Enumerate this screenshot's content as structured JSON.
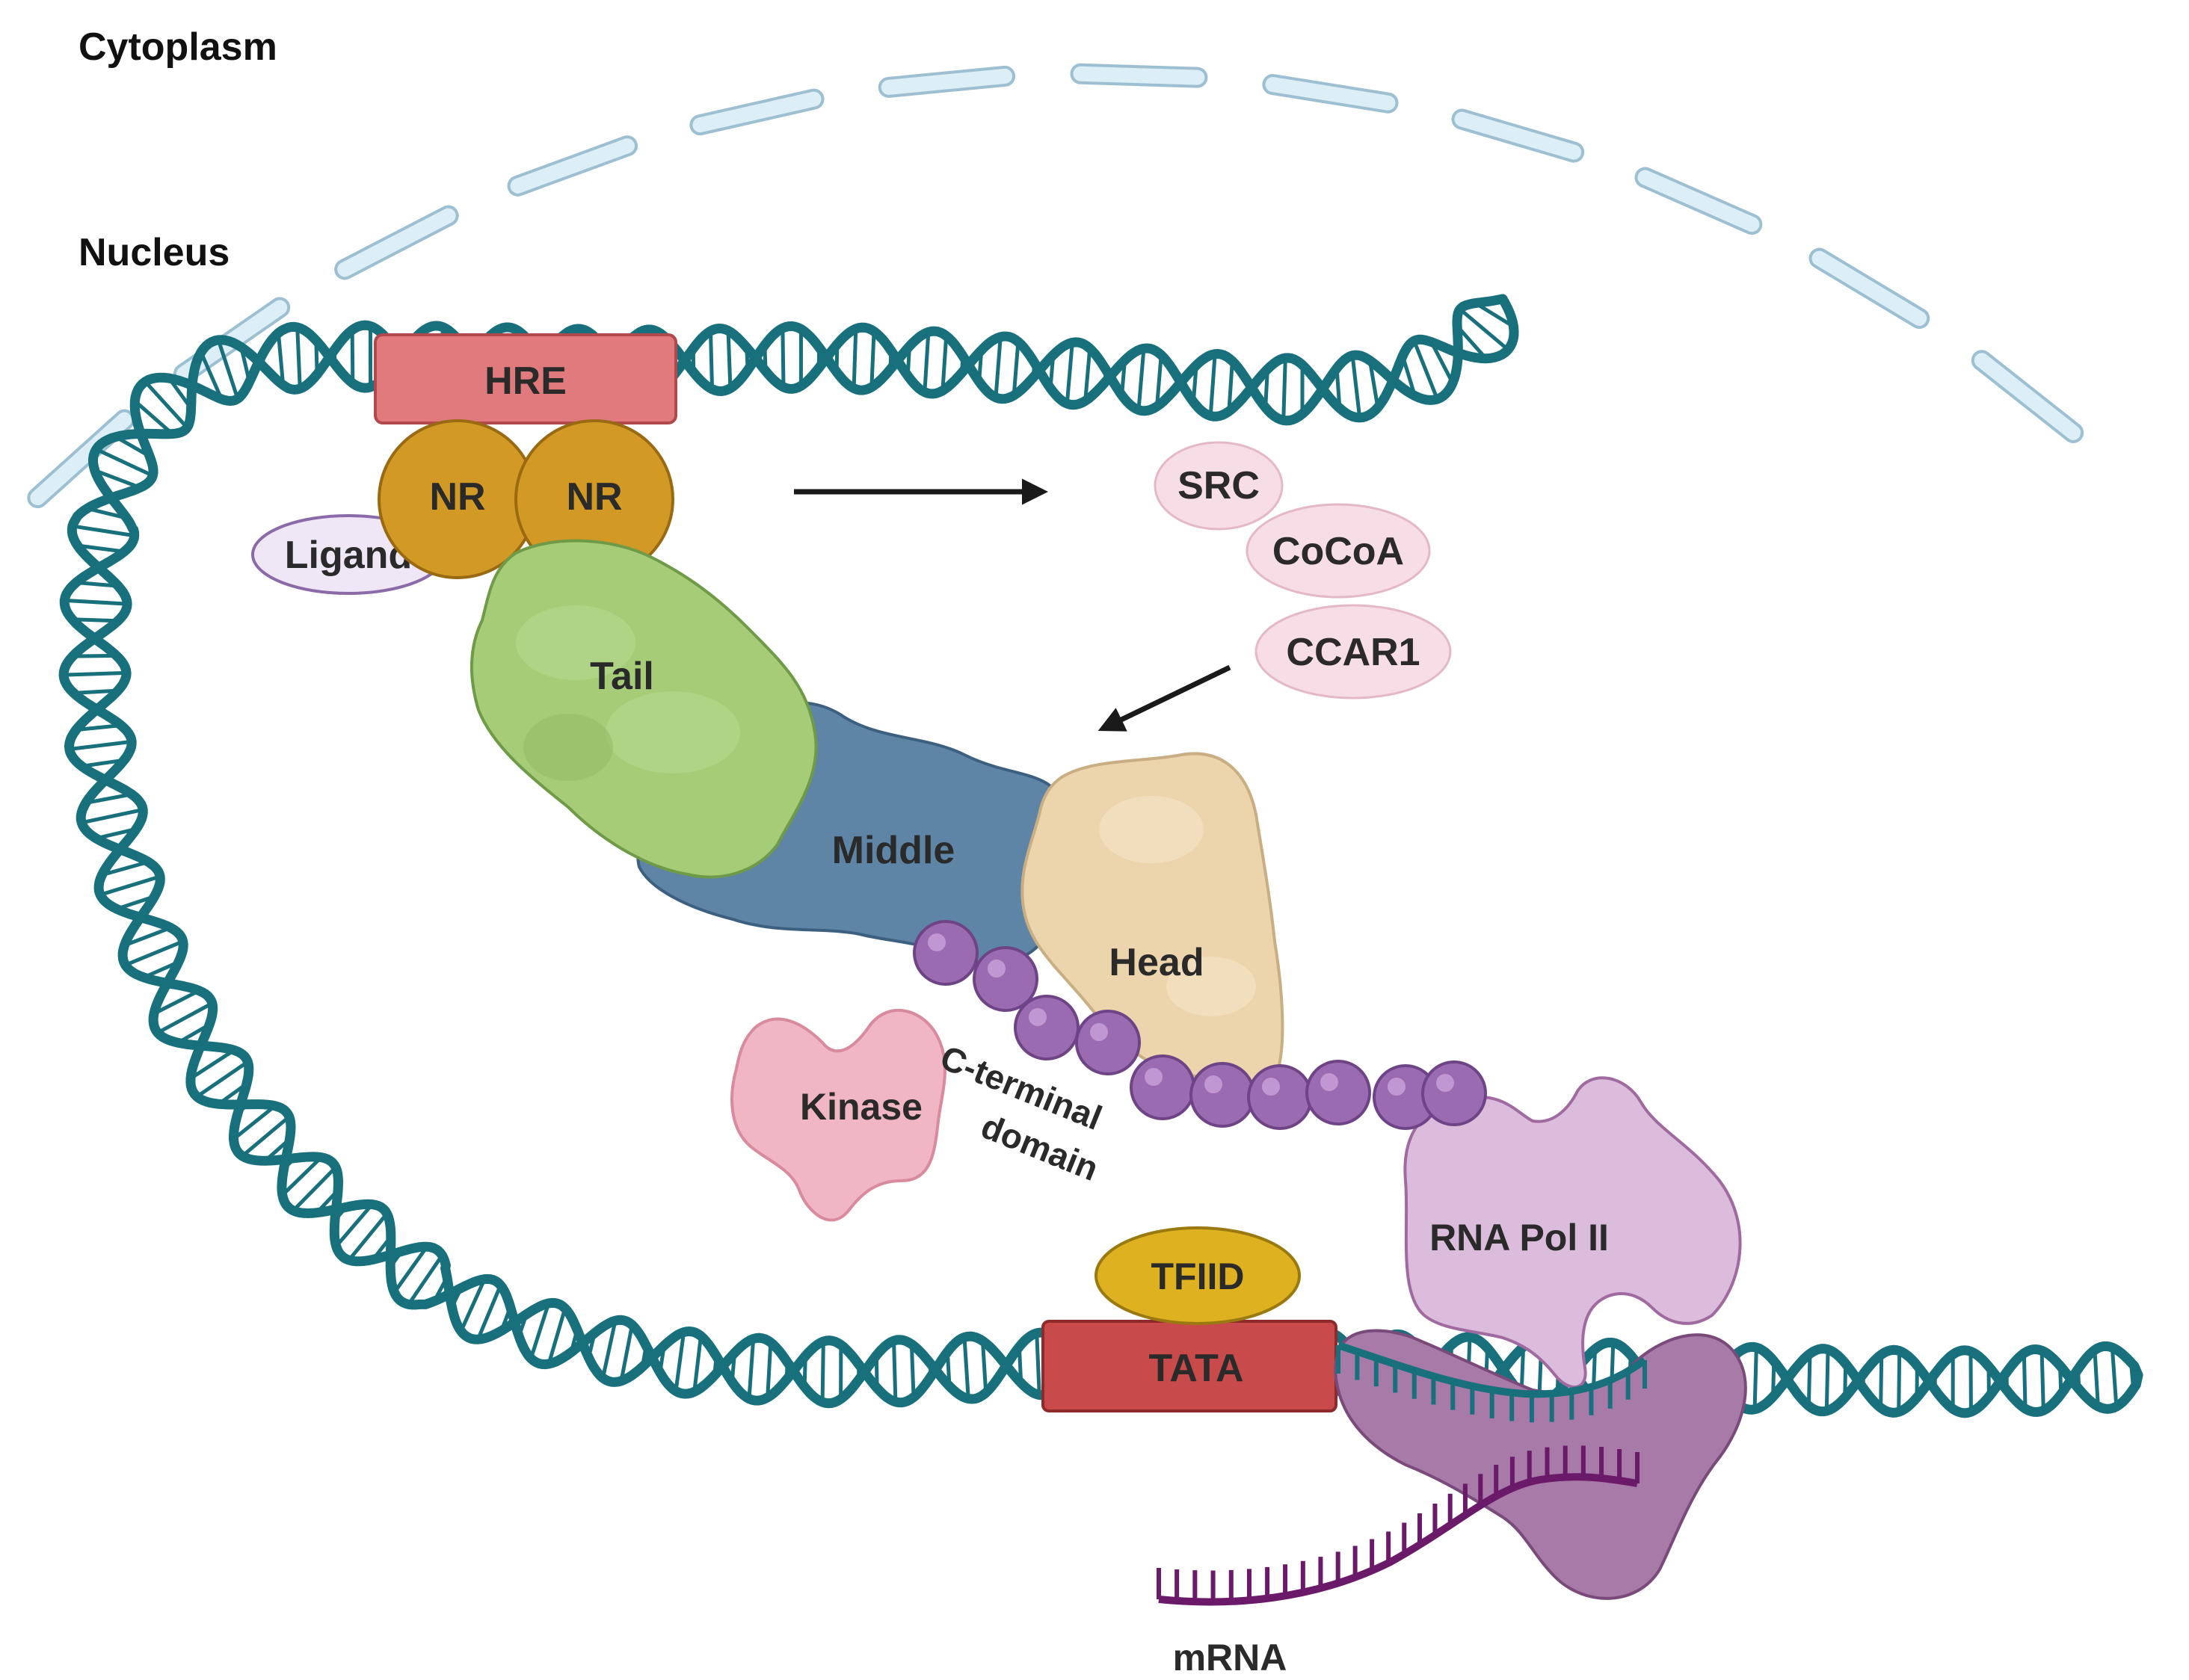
{
  "regions": {
    "cytoplasm": "Cytoplasm",
    "nucleus": "Nucleus"
  },
  "labels": {
    "hre": "HRE",
    "nr_left": "NR",
    "nr_right": "NR",
    "ligand": "Ligand",
    "src": "SRC",
    "cocoa": "CoCoA",
    "ccar1": "CCAR1",
    "tail": "Tail",
    "middle": "Middle",
    "head": "Head",
    "kinase": "Kinase",
    "ctd_line1": "C-terminal",
    "ctd_line2": "domain",
    "tfiid": "TFIID",
    "tata": "TATA",
    "rna_pol": "RNA Pol II",
    "mrna": "mRNA"
  },
  "colors": {
    "dna": "#17707b",
    "membrane_fill": "#dceef6",
    "membrane_stroke": "#9cc0d2",
    "hre": "#e07a7c",
    "nr": "#d29a24",
    "ligand": "#efe6f6",
    "coactivator": "#f7dde6",
    "tail": "#a6cc78",
    "middle": "#5f85a6",
    "head": "#ecd4ac",
    "kinase": "#f0b6c3",
    "ctd": "#9a6bb0",
    "tfiid": "#ddb11f",
    "tata": "#c94a4a",
    "pol_light": "#dcbcdc",
    "pol_dark": "#a87aa8",
    "mrna": "#6b1a6a"
  }
}
